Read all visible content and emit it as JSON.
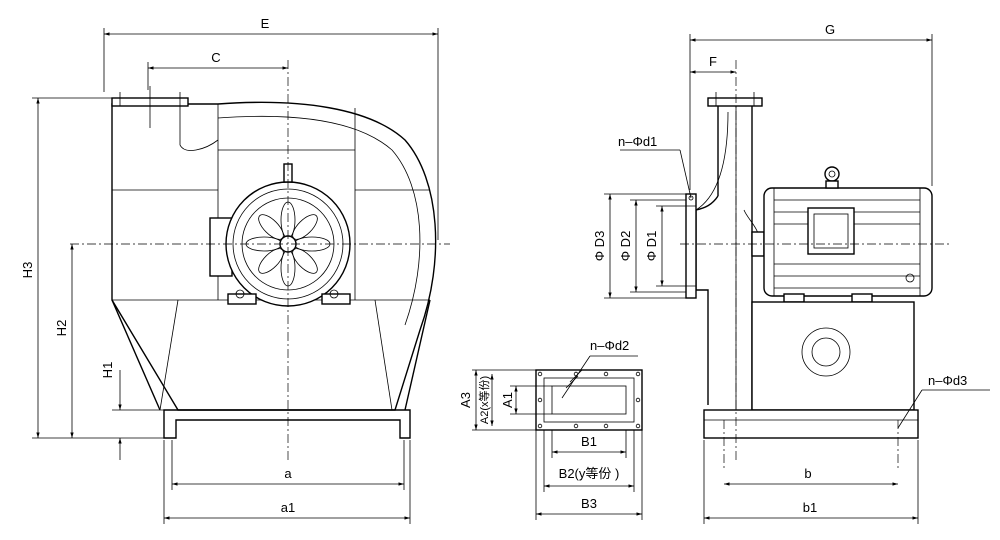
{
  "labels": {
    "E": "E",
    "C": "C",
    "H3": "H3",
    "H2": "H2",
    "H1": "H1",
    "a": "a",
    "a1": "a1",
    "G": "G",
    "F": "F",
    "n_d1": "n–Φd1",
    "D3": "Φ D3",
    "D2": "Φ D2",
    "D1": "Φ D1",
    "n_d2": "n–Φd2",
    "A3": "A3",
    "A2": "A2(x等份)",
    "A1": "A1",
    "B1": "B1",
    "B2": "B2(y等份 )",
    "B3": "B3",
    "n_d3": "n–Φd3",
    "b": "b",
    "b1": "b1"
  }
}
